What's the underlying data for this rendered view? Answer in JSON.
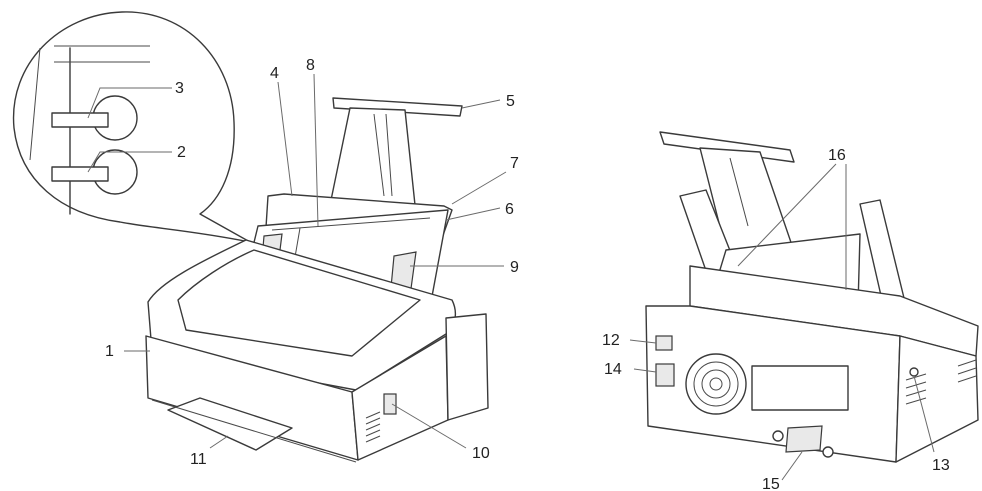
{
  "callouts": {
    "n1": "1",
    "n2": "2",
    "n3": "3",
    "n4": "4",
    "n5": "5",
    "n6": "6",
    "n7": "7",
    "n8": "8",
    "n9": "9",
    "n10": "10",
    "n11": "11",
    "n12": "12",
    "n13": "13",
    "n14": "14",
    "n15": "15",
    "n16": "16"
  },
  "colors": {
    "line": "#3a3a3a",
    "leader": "#6a6a6a",
    "text": "#222222"
  }
}
